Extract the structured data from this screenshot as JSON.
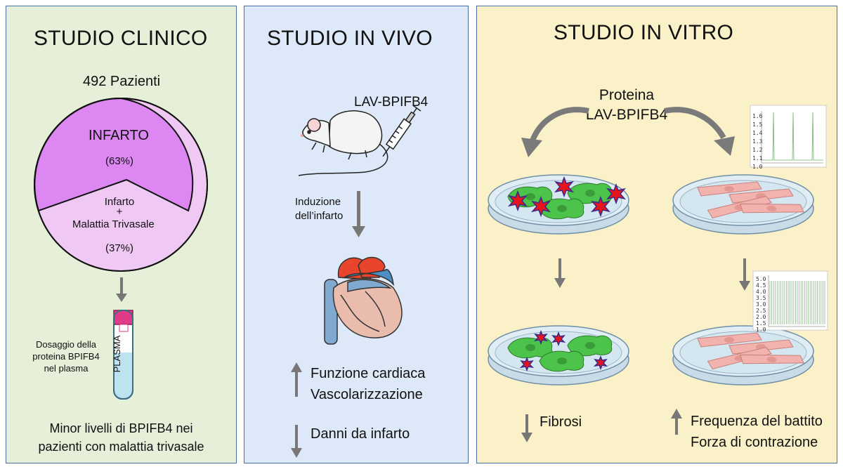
{
  "clinic": {
    "title": "STUDIO CLINICO",
    "patients": "492 Pazienti",
    "slice1_label": "INFARTO",
    "slice1_pct": "(63%)",
    "slice2_line1": "Infarto",
    "slice2_plus": "+",
    "slice2_line2": "Malattia Trivasale",
    "slice2_pct": "(37%)",
    "tube_label": "PLASMA",
    "dosage_line1": "Dosaggio della",
    "dosage_line2": "proteina BPIFB4",
    "dosage_line3": "nel plasma",
    "result_line1": "Minor livelli di BPIFB4 nei",
    "result_line2": "pazienti con malattia trivasale",
    "colors": {
      "slice1": "#dd88f2",
      "slice2": "#f0c8f4",
      "panel": "#e6efd8"
    }
  },
  "vivo": {
    "title": "STUDIO IN VIVO",
    "injection_label": "LAV-BPIFB4",
    "induction_line1": "Induzione",
    "induction_line2": "dell’infarto",
    "up_line1": "Funzione cardiaca",
    "up_line2": "Vascolarizzazione",
    "down_line1": "Danni da infarto",
    "colors": {
      "panel": "#dde9f8"
    }
  },
  "vitro": {
    "title": "STUDIO IN VITRO",
    "protein_line1": "Proteina",
    "protein_line2": "LAV-BPIFB4",
    "graph1_ticks": [
      "1.6",
      "1.5",
      "1.4",
      "1.3",
      "1.2",
      "1.1",
      "1.0"
    ],
    "graph2_ticks": [
      "5.0",
      "4.5",
      "4.0",
      "3.5",
      "3.0",
      "2.5",
      "2.0",
      "1.5",
      "1.0"
    ],
    "fibrosi_label": "Fibrosi",
    "right_line1": "Frequenza del battito",
    "right_line2": "Forza di contrazione",
    "colors": {
      "panel": "#fbf1c8",
      "fibroblast": "#4cc34a",
      "cardiomyocyte": "#f2b2ae",
      "damage": "#e8141c"
    }
  }
}
